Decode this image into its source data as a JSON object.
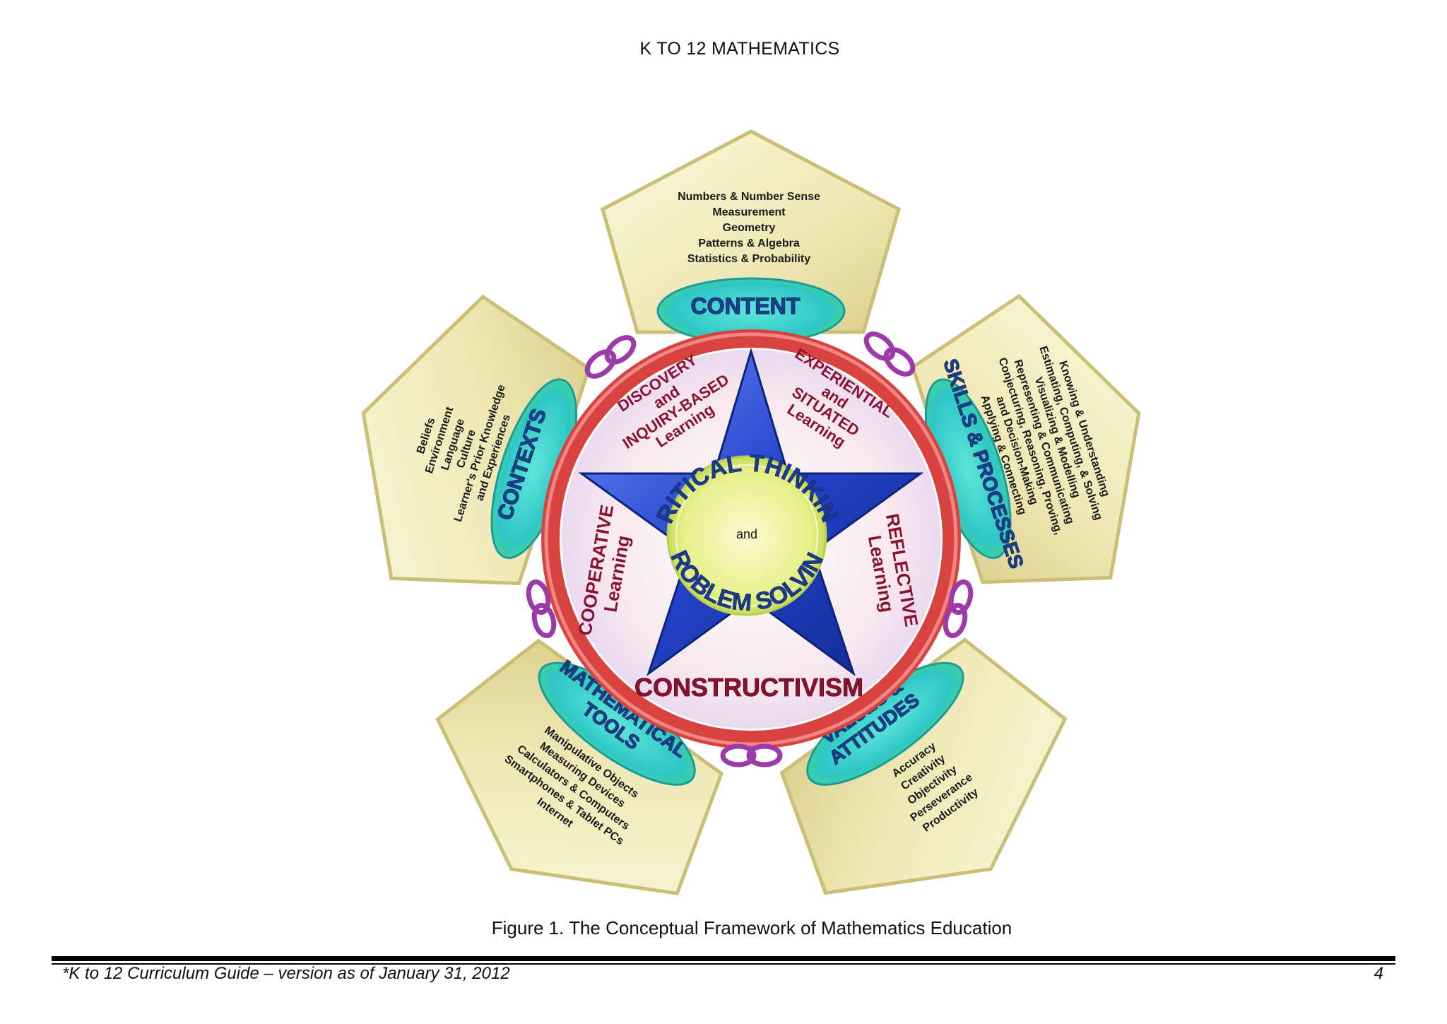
{
  "header": {
    "title": "K TO 12 MATHEMATICS"
  },
  "figure": {
    "caption": "Figure 1. The Conceptual Framework of Mathematics Education",
    "center": {
      "line1": "CRITICAL THINKING",
      "line2": "and",
      "line3": "PROBLEM SOLVING"
    },
    "approaches": {
      "top_left": [
        "DISCOVERY",
        "and",
        "INQUIRY-BASED",
        "Learning"
      ],
      "top_right": [
        "EXPERIENTIAL",
        "and",
        "SITUATED",
        "Learning"
      ],
      "left": [
        "COOPERATIVE",
        "Learning"
      ],
      "right": [
        "REFLECTIVE",
        "Learning"
      ],
      "bottom": "CONSTRUCTIVISM"
    },
    "domains": {
      "content": {
        "label": "CONTENT",
        "items": [
          "Numbers & Number Sense",
          "Measurement",
          "Geometry",
          "Patterns & Algebra",
          "Statistics & Probability"
        ]
      },
      "skills": {
        "label": "SKILLS & PROCESSES",
        "items": [
          "Knowing & Understanding",
          "Estimating, Computing, & Solving",
          "Visualizing & Modelling",
          "Representing & Communicating",
          "Conjecturing, Reasoning, Proving,",
          "and Decision-Making",
          "Applying & Connecting"
        ]
      },
      "values": {
        "label_line1": "VALUES &",
        "label_line2": "ATTITUDES",
        "items": [
          "Accuracy",
          "Creativity",
          "Objectivity",
          "Perseverance",
          "Productivity"
        ]
      },
      "tools": {
        "label_line1": "MATHEMATICAL",
        "label_line2": "TOOLS",
        "items": [
          "Manipulative Objects",
          "Measuring Devices",
          "Calculators & Computers",
          "Smartphones & Tablet PCs",
          "Internet"
        ]
      },
      "contexts": {
        "label": "CONTEXTS",
        "items": [
          "Beliefs",
          "Environment",
          "Language",
          "Culture",
          "Learner's Prior Knowledge",
          "and Experiences"
        ]
      }
    },
    "colors": {
      "pentagon_fill": "#f3eec0",
      "ring": "#e9534f",
      "star": "#1f3fb8",
      "blob": "#3fd3c8",
      "link": "#9b3aa8",
      "maroon_text": "#8a1230"
    }
  },
  "footer": {
    "left": "*K to 12 Curriculum Guide – version as of January 31, 2012",
    "page": "4"
  }
}
